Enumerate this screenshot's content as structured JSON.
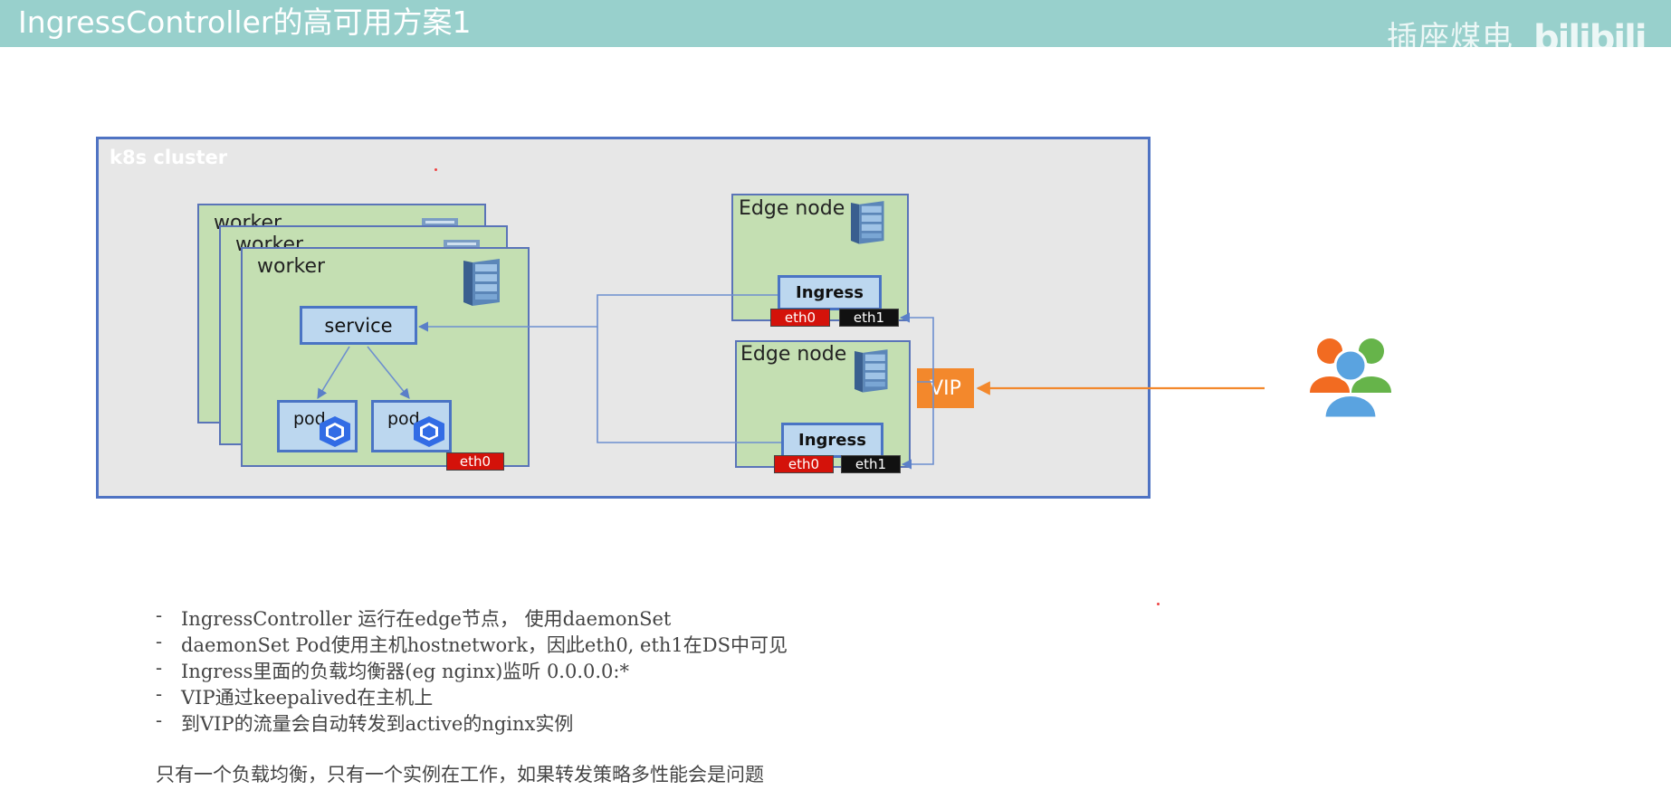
{
  "header": {
    "title": "IngressController的高可用方案1",
    "watermark": "插座煤电",
    "logo_text": "bilibili"
  },
  "diagram": {
    "cluster_label": "k8s cluster",
    "workers": [
      "worker",
      "worker",
      "worker"
    ],
    "service_label": "service",
    "pods": [
      "pod",
      "pod"
    ],
    "worker_nic": "eth0",
    "edge_nodes": [
      {
        "label": "Edge node",
        "ingress": "Ingress",
        "nic0": "eth0",
        "nic1": "eth1"
      },
      {
        "label": "Edge node",
        "ingress": "Ingress",
        "nic0": "eth0",
        "nic1": "eth1"
      }
    ],
    "vip_label": "VIP"
  },
  "notes": {
    "bullet_marker": "-",
    "bullets": [
      "IngressController 运行在edge节点， 使用daemonSet",
      "daemonSet Pod使用主机hostnetwork，因此eth0, eth1在DS中可见",
      "Ingress里面的负载均衡器(eg nginx)监听 0.0.0.0:*",
      "VIP通过keepalived在主机上",
      "到VIP的流量会自动转发到active的nginx实例"
    ],
    "footer": "只有一个负载均衡，只有一个实例在工作，如果转发策略多性能会是问题"
  },
  "colors": {
    "header": "#98d0cc",
    "cluster_bg": "#e7e7e7",
    "cluster_border": "#4f73c3",
    "node_green": "#c4dfb2",
    "box_blue": "#bcd7ef",
    "nic_red": "#d4120a",
    "vip_orange": "#f3882c",
    "link_blue": "#6d8fcf"
  },
  "icons": [
    "server-icon",
    "kubernetes-pod-icon",
    "users-icon"
  ]
}
